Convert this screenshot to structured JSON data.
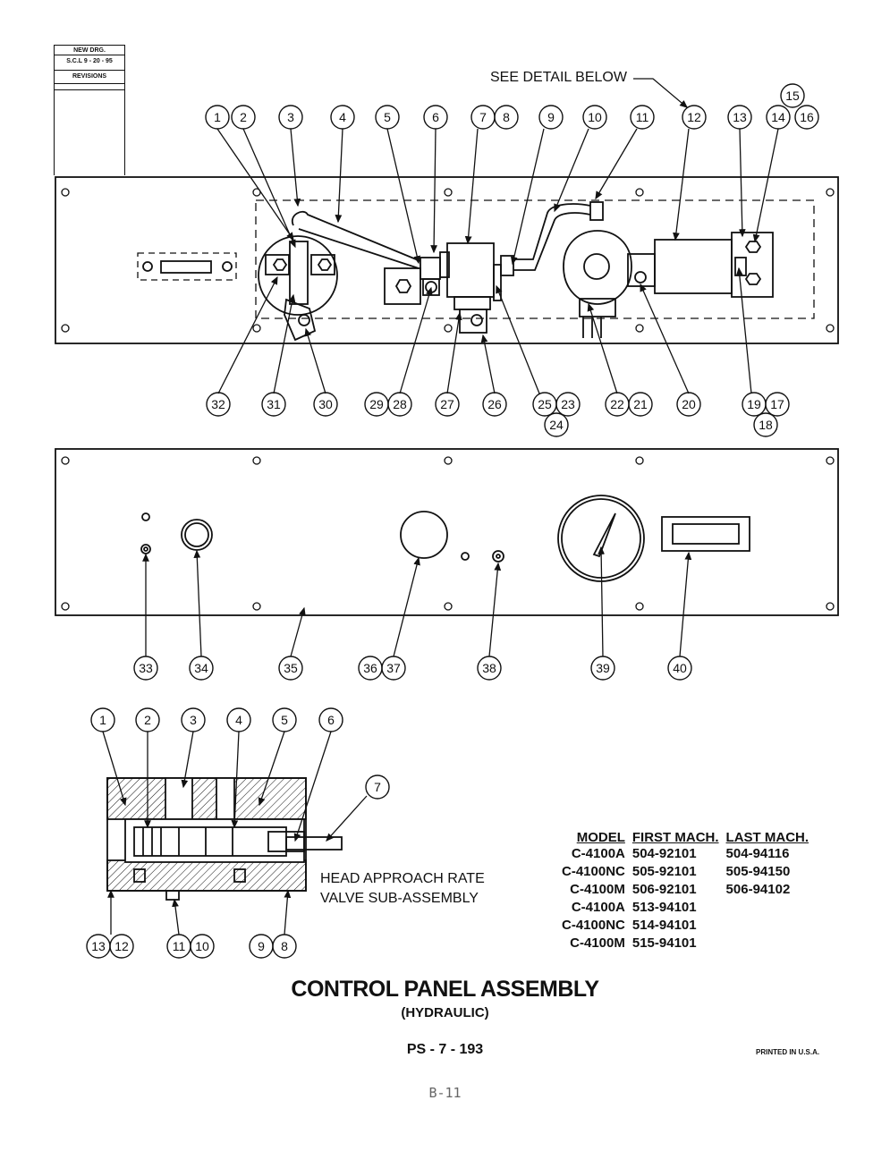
{
  "revision_block": {
    "line1": "NEW DRG.",
    "line2": "S.C.L  9 - 20 - 95",
    "line3": "REVISIONS"
  },
  "callouts": {
    "see_detail": "SEE DETAIL BELOW",
    "top_row": [
      "1",
      "2",
      "3",
      "4",
      "5",
      "6",
      "7",
      "8",
      "9",
      "10",
      "11",
      "12",
      "13",
      "14",
      "15",
      "16"
    ],
    "bottom_row_1": [
      "32",
      "31",
      "30",
      "29",
      "28",
      "27",
      "26",
      "25",
      "23",
      "24",
      "22",
      "21",
      "20",
      "19",
      "17",
      "18"
    ],
    "panel_2": [
      "33",
      "34",
      "35",
      "36",
      "37",
      "38",
      "39",
      "40"
    ],
    "detail_top": [
      "1",
      "2",
      "3",
      "4",
      "5",
      "6",
      "7"
    ],
    "detail_bottom": [
      "13",
      "12",
      "11",
      "10",
      "9",
      "8"
    ]
  },
  "subassembly_label": {
    "line1": "HEAD APPROACH RATE",
    "line2": "VALVE SUB-ASSEMBLY"
  },
  "model_table": {
    "headers": [
      "MODEL",
      "FIRST MACH.",
      "LAST MACH."
    ],
    "rows": [
      [
        "C-4100A",
        "504-92101",
        "504-94116"
      ],
      [
        "C-4100NC",
        "505-92101",
        "505-94150"
      ],
      [
        "C-4100M",
        "506-92101",
        "506-94102"
      ],
      [
        "C-4100A",
        "513-94101",
        ""
      ],
      [
        "C-4100NC",
        "514-94101",
        ""
      ],
      [
        "C-4100M",
        "515-94101",
        ""
      ]
    ]
  },
  "title": "CONTROL PANEL ASSEMBLY",
  "subtitle": "(HYDRAULIC)",
  "doc_number": "PS - 7 - 193",
  "printed": "PRINTED IN U.S.A.",
  "page_number": "B-11"
}
